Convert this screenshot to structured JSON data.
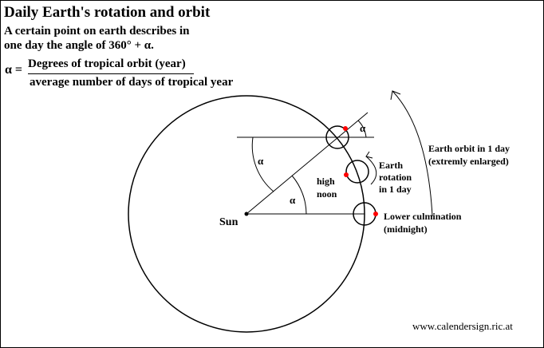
{
  "header": {
    "title": "Daily Earth's rotation and orbit",
    "intro_line1": "A certain point on earth describes in",
    "intro_line2": "one day the angle of 360° + α."
  },
  "formula": {
    "symbol": "α =",
    "numerator": "Degrees of tropical orbit (year)",
    "denominator": "average  number of days of tropical year"
  },
  "labels": {
    "sun": "Sun",
    "alpha": "α",
    "high_noon": [
      "high",
      "noon"
    ],
    "earth_rotation": [
      "Earth",
      "rotation",
      "in 1 day"
    ],
    "earth_orbit": [
      "Earth orbit in 1 day",
      "(extremly enlarged)"
    ],
    "lower_culmination": [
      "Lower culmination",
      "(midnight)"
    ]
  },
  "credit": "www.calendersign.ric.at",
  "colors": {
    "ink": "#000000",
    "point": "#ff0000",
    "background": "#ffffff"
  }
}
